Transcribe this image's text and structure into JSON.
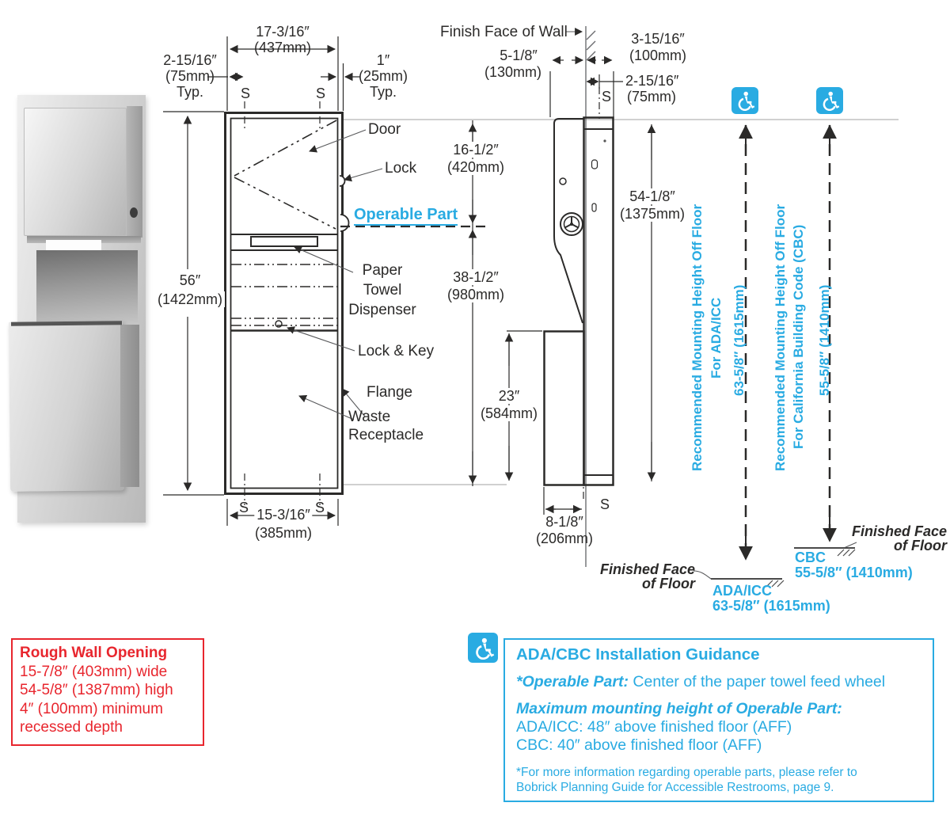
{
  "colors": {
    "blue": "#29abe2",
    "red": "#e8262e",
    "ink": "#2b2a29"
  },
  "front": {
    "s": "S",
    "dim_width_top": [
      "17-3/16″",
      "(437mm)"
    ],
    "dim_offset_left": [
      "2-15/16″",
      "(75mm)",
      "Typ."
    ],
    "dim_offset_right": [
      "1″",
      "(25mm)",
      "Typ."
    ],
    "dim_height": [
      "56″",
      "(1422mm)"
    ],
    "dim_upper": [
      "16-1/2″",
      "(420mm)"
    ],
    "dim_lower": [
      "38-1/2″",
      "(980mm)"
    ],
    "dim_width_bottom": [
      "15-3/16″",
      "(385mm)"
    ],
    "label_door": "Door",
    "label_lock": "Lock",
    "label_operable": "Operable Part",
    "label_ptd": [
      "Paper",
      "Towel",
      "Dispenser"
    ],
    "label_lock_key": "Lock & Key",
    "label_flange": "Flange",
    "label_waste": [
      "Waste",
      "Receptacle"
    ]
  },
  "side": {
    "s": "S",
    "finish_wall": "Finish Face of Wall",
    "dim_depth_front": [
      "5-1/8″",
      "(130mm)"
    ],
    "dim_depth_back": [
      "3-15/16″",
      "(100mm)"
    ],
    "dim_inset": [
      "2-15/16″",
      "(75mm)"
    ],
    "dim_height": [
      "54-1/8″",
      "(1375mm)"
    ],
    "dim_receptacle": [
      "23″",
      "(584mm)"
    ],
    "dim_receptacle_depth": [
      "8-1/8″",
      "(206mm)"
    ]
  },
  "mounting": {
    "ada_l1": "Recommended Mounting Height Off Floor",
    "ada_l2": "For ADA/ICC",
    "ada_l3": "63-5/8″ (1615mm)",
    "cbc_l1": "Recommended Mounting Height Off Floor",
    "cbc_l2": "For California Building Code (CBC)",
    "cbc_l3": "55-5/8″ (1410mm)",
    "floor_l1": "Finished Face",
    "floor_l2": "of Floor",
    "ada_floor_label": "ADA/ICC",
    "ada_floor_value": "63-5/8″ (1615mm)",
    "cbc_floor_label": "CBC",
    "cbc_floor_value": "55-5/8″ (1410mm)"
  },
  "rough": {
    "title": "Rough Wall Opening",
    "l1": "15-7/8″ (403mm) wide",
    "l2": "54-5/8″ (1387mm) high",
    "l3": "4″ (100mm) minimum",
    "l4": "recessed depth"
  },
  "guidance": {
    "title": "ADA/CBC Installation Guidance",
    "op_label": "*Operable Part:",
    "op_text": " Center of the paper towel feed wheel",
    "max_label": "Maximum mounting height of Operable Part:",
    "ada": "ADA/ICC: 48″ above finished floor (AFF)",
    "cbc": "CBC: 40″ above finished floor (AFF)",
    "fn1": "*For more information regarding operable parts, please refer to",
    "fn2": "Bobrick Planning Guide for Accessible Restrooms, page 9."
  }
}
